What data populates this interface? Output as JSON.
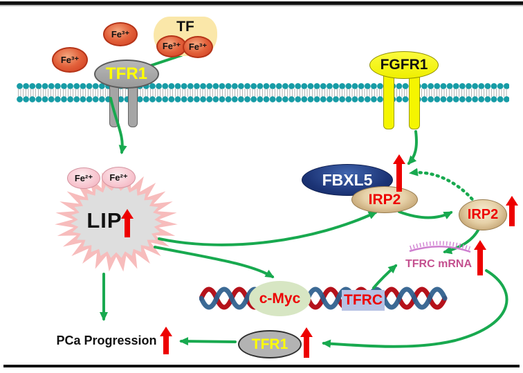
{
  "figure": {
    "kind": "signaling-pathway-diagram",
    "topic": "Iron uptake (TF/TFR1) and FGFR1-FBXL5-IRP2 axis driving TFRC expression and PCa progression"
  },
  "labels": {
    "tf": "TF",
    "fe3": "Fe³⁺",
    "fe2": "Fe²⁺",
    "tfr1_receptor": "TFR1",
    "fgfr1": "FGFR1",
    "lip": "LIP",
    "fbxl5": "FBXL5",
    "irp2_bound": "IRP2",
    "irp2_free": "IRP2",
    "tfrc_mrna": "TFRC mRNA",
    "cmyc": "c-Myc",
    "tfrc_gene": "TFRC",
    "tfr1_protein": "TFR1",
    "pca_progression": "PCa Progression"
  },
  "increase_markers": {
    "symbol": "red-up-arrow",
    "locations": [
      "LIP",
      "FBXL5",
      "IRP2 free",
      "TFRC mRNA",
      "TFR1 protein",
      "PCa Progression"
    ]
  },
  "colors": {
    "arrow_green": "#18a94f",
    "increase_red": "#ed0000",
    "membrane_teal": "#179ca6",
    "fe3_fill": "#e2603a",
    "fe2_fill": "#f6bfca",
    "tf_fill": "#fae7a9",
    "receptor_gray": "#a5a5a5",
    "fgfr1_yellow": "#f5f500",
    "fbxl5_navy": "#1c3476",
    "irp2_tan": "#e6d1a8",
    "cmyc_green": "#d7e6c3",
    "tfrc_box_blue": "#b6c1e4",
    "mrna_pink": "#c4508f",
    "lip_spike_pink": "#f7bcbc",
    "lip_center_gray": "#dedede",
    "dna_red": "#b5121b",
    "dna_blue": "#2b5d8c"
  }
}
